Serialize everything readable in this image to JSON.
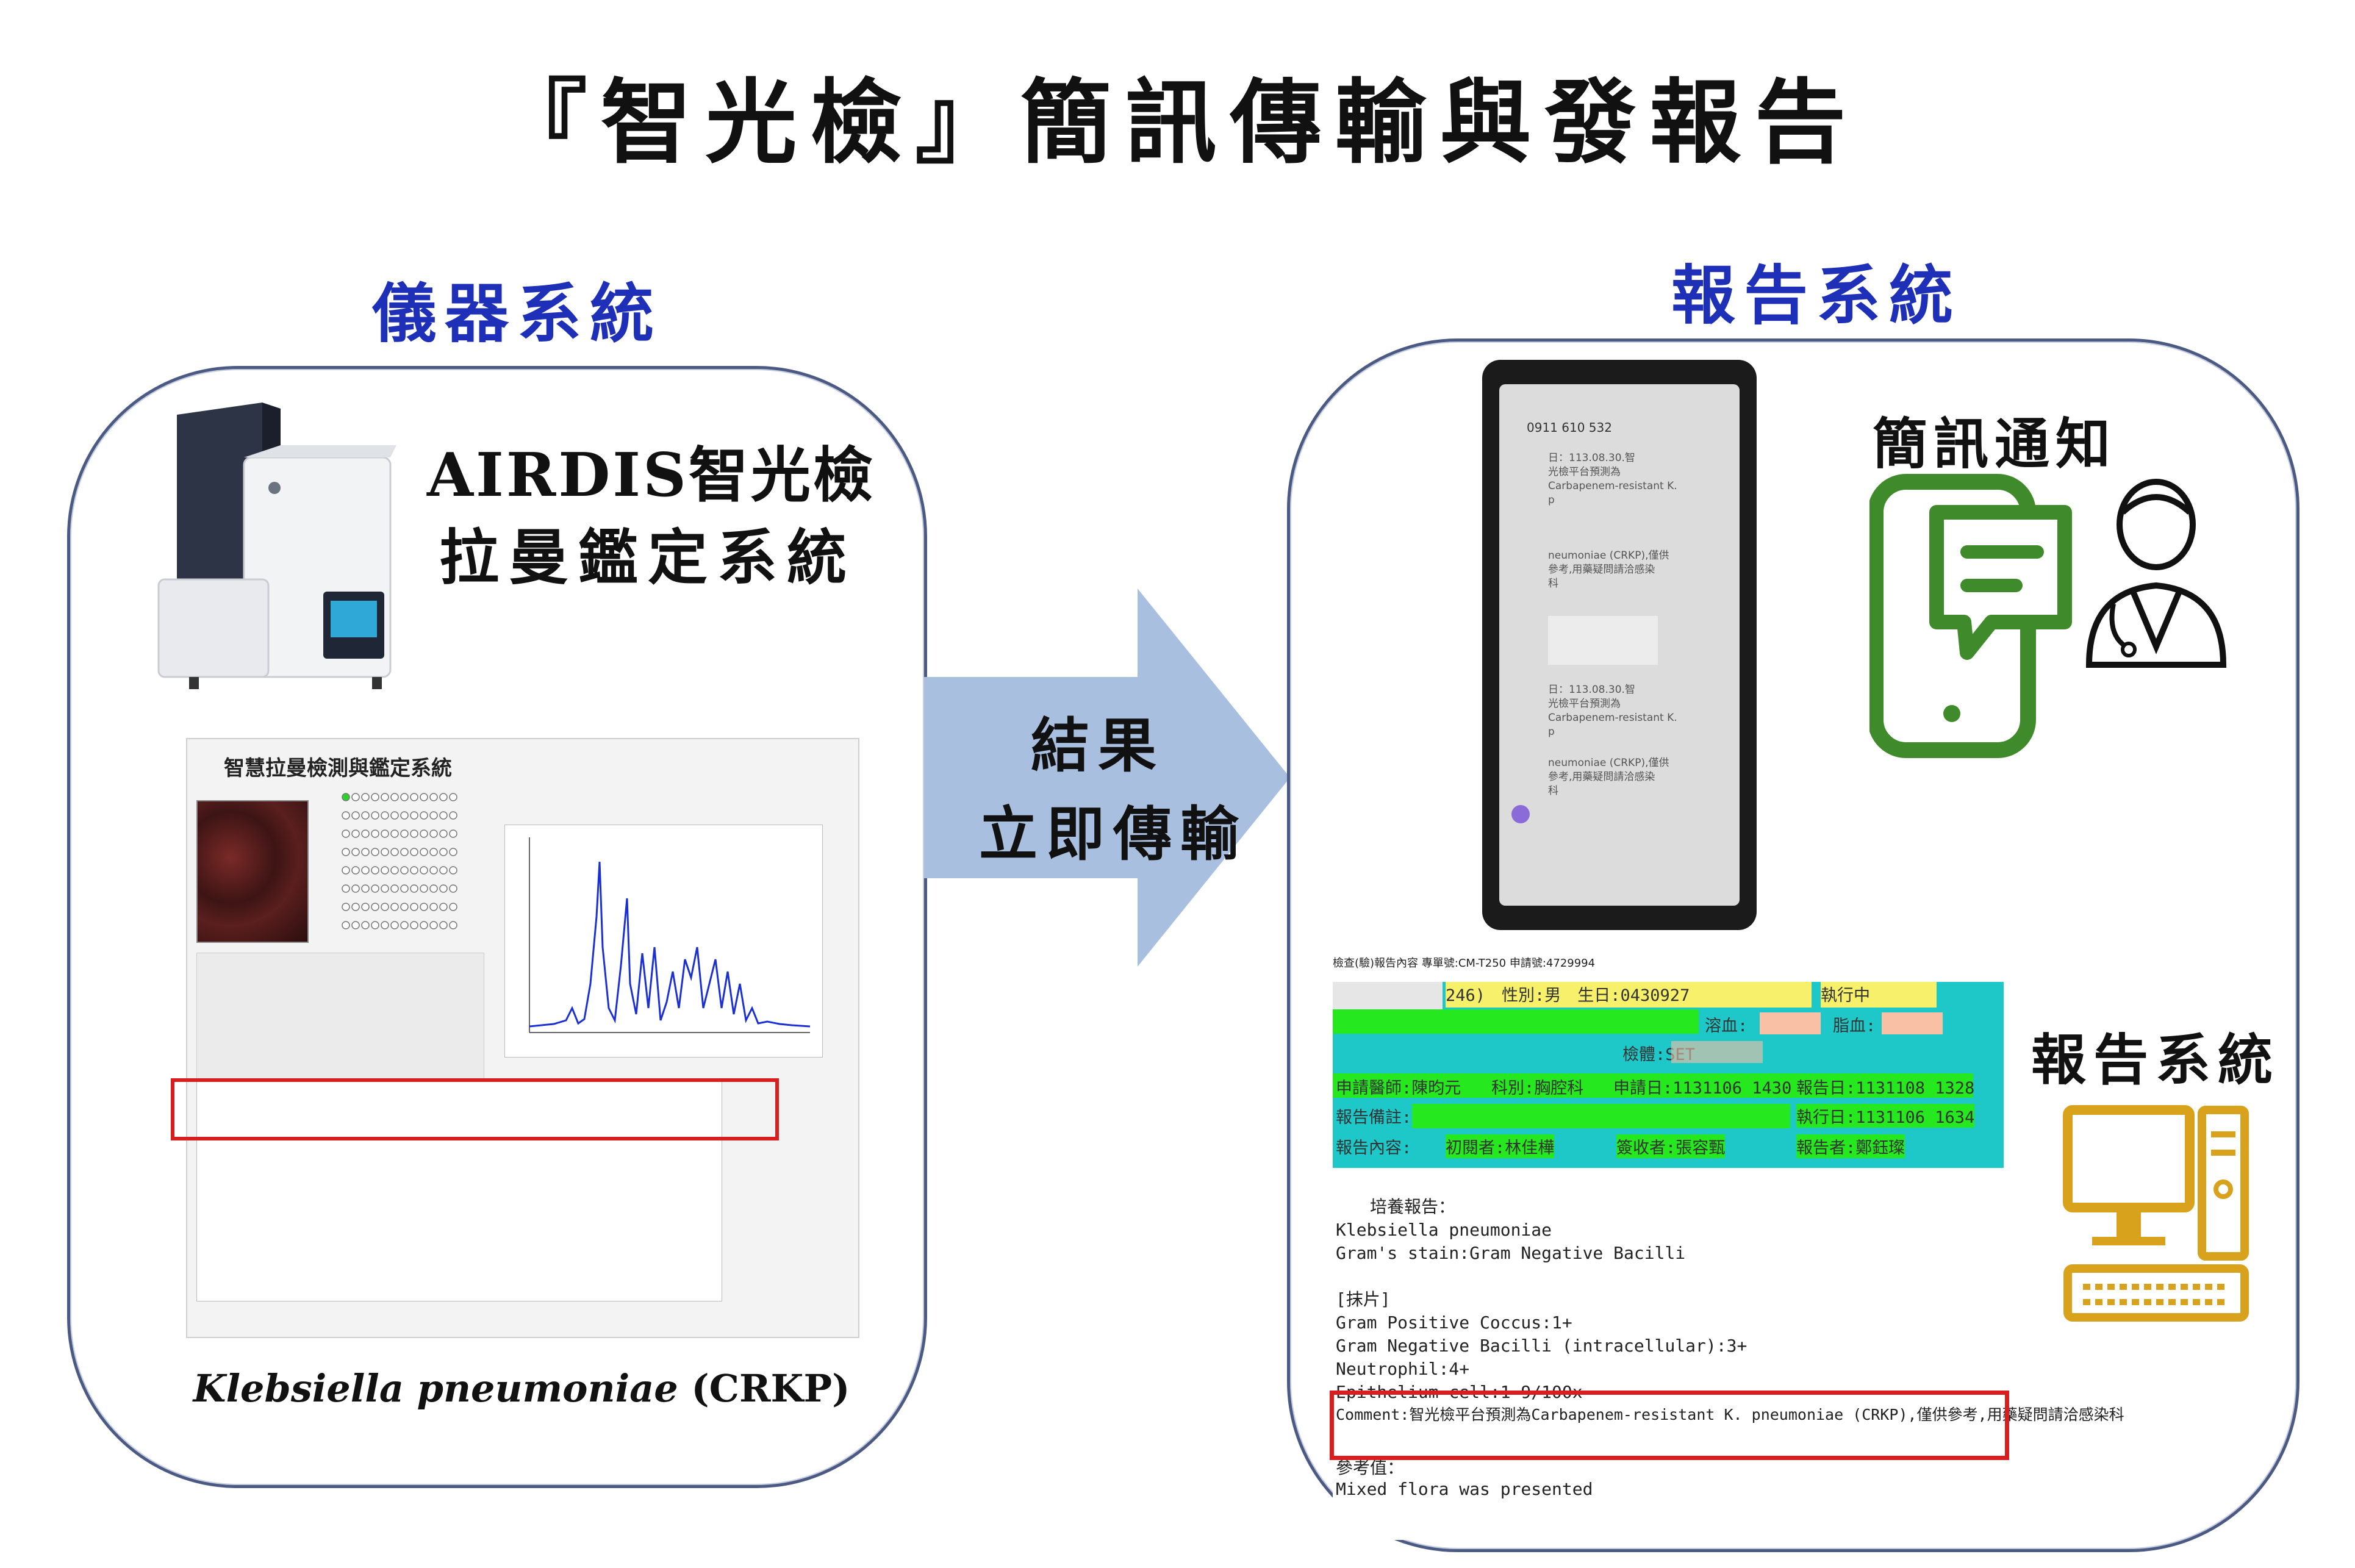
{
  "title": "『智光檢』簡訊傳輸與發報告",
  "left_panel": {
    "label": "儀器系統",
    "system_name_1": "AIRDIS智光檢",
    "system_name_2": "拉曼鑑定系統",
    "software_title": "智慧拉曼檢測與鑑定系統",
    "organism_italic": "Klebsiella pneumoniae",
    "organism_suffix": " (CRKP)"
  },
  "arrow": {
    "line1": "結果",
    "line2": "立即傳輸"
  },
  "right_panel": {
    "label": "報告系統",
    "sms_label": "簡訊通知",
    "report_system_label": "報告系統",
    "phone": {
      "number": "0911 610 532",
      "msg1": [
        "日：113.08.30.智",
        "光檢平台預測為",
        "Carbapenem-resistant K.",
        "p"
      ],
      "msg2": [
        "neumoniae (CRKP),僅供",
        "參考,用藥疑問請洽感染",
        "科"
      ],
      "msg3": [
        "日：113.08.30.智",
        "光檢平台預測為",
        "Carbapenem-resistant K.",
        "p"
      ],
      "msg4": [
        "neumoniae (CRKP),僅供",
        "參考,用藥疑問請洽感染",
        "科"
      ]
    },
    "report": {
      "header": "檢查(驗)報告內容   專單號:CM-T250   申請號:4729994",
      "sex_dob": "246)　性別:男　生日:0430927",
      "status": "執行中",
      "hemolysis": "溶血:",
      "lipemia": "脂血:",
      "specimen": "檢體:SET",
      "doctor": "申請醫師:陳昀元",
      "department": "科別:胸腔科",
      "apply_date": "申請日:1131106 1430",
      "report_date": "報告日:1131108 1328",
      "remark": "報告備註:",
      "exec_date": "執行日:1131106 1634",
      "content": "報告內容:",
      "first_reader": "初閱者:林佳樺",
      "receiver": "簽收者:張容甄",
      "reporter": "報告者:鄭鈺璨",
      "body": [
        "　　培養報告：",
        "Klebsiella pneumoniae",
        "Gram's stain:Gram Negative Bacilli",
        "",
        "[抹片]",
        "Gram Positive Coccus:1+",
        "Gram Negative Bacilli (intracellular):3+",
        "Neutrophil:4+",
        "Epithelium cell:1-9/100x"
      ],
      "comment": "Comment:智光檢平台預測為Carbapenem-resistant K. pneumoniae (CRKP),僅供參考,用藥疑問請洽感染科",
      "ref_label": "參考值：",
      "footer": "Mixed flora  was presented"
    }
  },
  "colors": {
    "panel_label": "#1e2fb8",
    "highlight": "#d81e1e",
    "arrow": "#a9bfe0",
    "icon_green": "#3f8a2a",
    "icon_gold": "#d9a21c",
    "report_cyan": "#1ec8c8"
  }
}
